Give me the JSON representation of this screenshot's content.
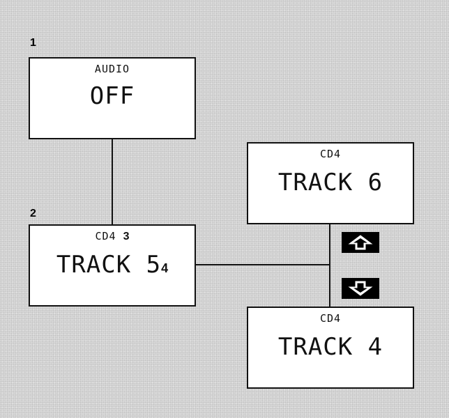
{
  "markers": {
    "m1": "1",
    "m2": "2",
    "m3": "3",
    "m4": "4"
  },
  "audio_box": {
    "label": "AUDIO",
    "value": "OFF"
  },
  "current_box": {
    "label": "CD4",
    "value": "TRACK 5"
  },
  "next_box": {
    "label": "CD4",
    "value": "TRACK 6"
  },
  "prev_box": {
    "label": "CD4",
    "value": "TRACK 4"
  },
  "icons": {
    "up": "up-arrow-icon",
    "down": "down-arrow-icon"
  },
  "colors": {
    "background": "#d9d9d9",
    "box": "#ffffff",
    "ink": "#111111",
    "button": "#000000"
  }
}
